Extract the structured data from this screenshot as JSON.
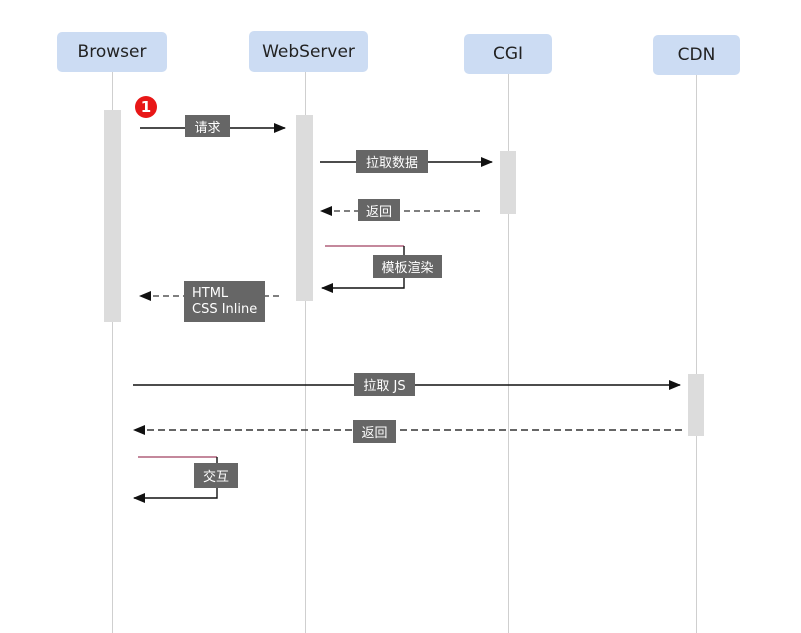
{
  "actors": {
    "browser": "Browser",
    "webserver": "WebServer",
    "cgi": "CGI",
    "cdn": "CDN"
  },
  "step_marker": "1",
  "messages": {
    "request": "请求",
    "fetch_data": "拉取数据",
    "return_data": "返回",
    "template_render": "模板渲染",
    "html_line1": "HTML",
    "html_line2": "CSS Inline",
    "fetch_js": "拉取 JS",
    "return_js": "返回",
    "interact": "交互"
  },
  "colors": {
    "actor_box": "#ccdcf3",
    "label_box": "#666666",
    "marker": "#e81717",
    "activation": "#dcdcdc"
  }
}
